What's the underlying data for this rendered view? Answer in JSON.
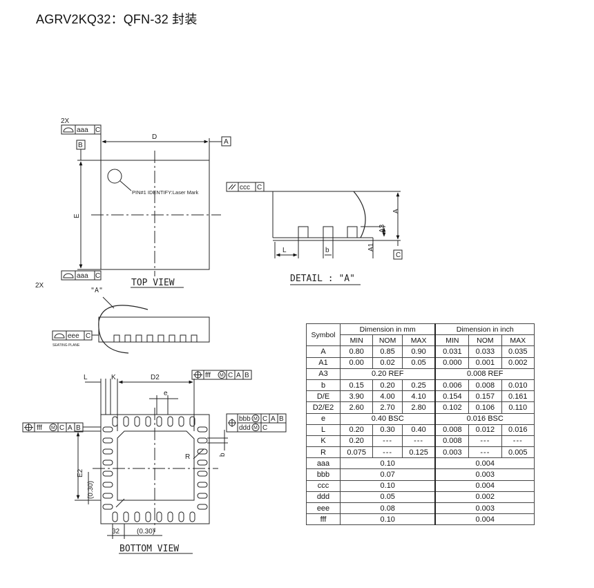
{
  "title": "AGRV2KQ32：QFN-32 封装",
  "labels": {
    "top_view": "TOP  VIEW",
    "detail": "DETAIL  :  \"A\"",
    "bottom_view": "BOTTOM  VIEW",
    "detail_marker": "\"A\"",
    "pin1": "PIN#1  IDENTIFY:Laser Mark",
    "seating_plane": "SEATING PLANE",
    "D": "D",
    "E": "E",
    "A": "A",
    "B": "B",
    "C": "C",
    "A1": "A1",
    "A3": "A3",
    "L": "L",
    "b": "b",
    "K": "K",
    "D2": "D2",
    "E2": "E2",
    "e": "e",
    "R": "R",
    "x2": "2X",
    "dim_030": "(0.30)",
    "dim_32": "32"
  },
  "fcf": {
    "aaa": "aaa",
    "ccc": "ccc",
    "eee": "eee",
    "fff": "fff",
    "bbb": "bbb",
    "ddd": "ddd",
    "m": "M",
    "ref_C": "C",
    "ref_A": "A",
    "ref_B": "B"
  },
  "table": {
    "symbol_header": "Symbol",
    "mm_header": "Dimension  in  mm",
    "inch_header": "Dimension  in  inch",
    "sub_headers": [
      "MIN",
      "NOM",
      "MAX",
      "MIN",
      "NOM",
      "MAX"
    ],
    "rows": [
      {
        "symbol": "A",
        "mm": [
          "0.80",
          "0.85",
          "0.90"
        ],
        "inch": [
          "0.031",
          "0.033",
          "0.035"
        ]
      },
      {
        "symbol": "A1",
        "mm": [
          "0.00",
          "0.02",
          "0.05"
        ],
        "inch": [
          "0.000",
          "0.001",
          "0.002"
        ]
      },
      {
        "symbol": "A3",
        "mm_merged": "0.20  REF",
        "inch_merged": "0.008   REF"
      },
      {
        "symbol": "b",
        "mm": [
          "0.15",
          "0.20",
          "0.25"
        ],
        "inch": [
          "0.006",
          "0.008",
          "0.010"
        ]
      },
      {
        "symbol": "D/E",
        "mm": [
          "3.90",
          "4.00",
          "4.10"
        ],
        "inch": [
          "0.154",
          "0.157",
          "0.161"
        ]
      },
      {
        "symbol": "D2/E2",
        "mm": [
          "2.60",
          "2.70",
          "2.80"
        ],
        "inch": [
          "0.102",
          "0.106",
          "0.110"
        ]
      },
      {
        "symbol": "e",
        "mm_merged": "0.40  BSC",
        "inch_merged": "0.016  BSC"
      },
      {
        "symbol": "L",
        "mm": [
          "0.20",
          "0.30",
          "0.40"
        ],
        "inch": [
          "0.008",
          "0.012",
          "0.016"
        ]
      },
      {
        "symbol": "K",
        "mm": [
          "0.20",
          "---",
          "---"
        ],
        "inch": [
          "0.008",
          "---",
          "---"
        ]
      },
      {
        "symbol": "R",
        "mm": [
          "0.075",
          "---",
          "0.125"
        ],
        "inch": [
          "0.003",
          "---",
          "0.005"
        ]
      },
      {
        "symbol": "aaa",
        "mm_merged": "0.10",
        "inch_merged": "0.004"
      },
      {
        "symbol": "bbb",
        "mm_merged": "0.07",
        "inch_merged": "0.003"
      },
      {
        "symbol": "ccc",
        "mm_merged": "0.10",
        "inch_merged": "0.004"
      },
      {
        "symbol": "ddd",
        "mm_merged": "0.05",
        "inch_merged": "0.002"
      },
      {
        "symbol": "eee",
        "mm_merged": "0.08",
        "inch_merged": "0.003"
      },
      {
        "symbol": "fff",
        "mm_merged": "0.10",
        "inch_merged": "0.004"
      }
    ]
  }
}
